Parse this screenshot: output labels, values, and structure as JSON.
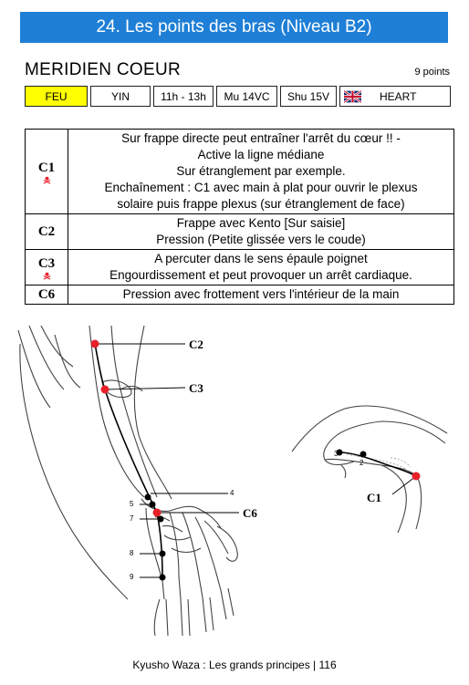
{
  "header": {
    "title": "24. Les points des bras (Niveau B2)"
  },
  "meridian": {
    "name": "MERIDIEN  COEUR",
    "points_count": "9 points",
    "tags": {
      "element": "FEU",
      "polarity": "YIN",
      "time": "11h - 13h",
      "mu": "Mu 14VC",
      "shu": "Shu 15V",
      "name_en": "HEART"
    },
    "element_color": "#ffff00"
  },
  "table": {
    "rows": [
      {
        "code": "C1",
        "lines": [
          "Sur frappe directe peut entraîner l'arrêt du cœur !! -",
          "Active la ligne médiane",
          "Sur étranglement par exemple.",
          "Enchaînement : C1 avec main à plat pour ouvrir le plexus",
          "solaire puis frappe plexus (sur étranglement de face)"
        ]
      },
      {
        "code": "C2",
        "lines": [
          "Frappe avec Kento [Sur saisie]",
          "Pression (Petite glissée vers le coude)"
        ]
      },
      {
        "code": "C3",
        "lines": [
          "A percuter dans le sens épaule poignet",
          "Engourdissement et peut provoquer un arrêt cardiaque."
        ]
      },
      {
        "code": "C6",
        "lines": [
          "Pression avec frottement vers l'intérieur de la main"
        ]
      }
    ]
  },
  "figure_arm": {
    "labels": {
      "c2": "C2",
      "c3": "C3",
      "c6": "C6"
    },
    "numbers": {
      "n4": "4",
      "n5": "5",
      "n7": "7",
      "n8": "8",
      "n9": "9"
    }
  },
  "figure_elbow": {
    "labels": {
      "c1": "C1"
    },
    "numbers": {
      "n3": "3",
      "n2": "2"
    }
  },
  "colors": {
    "title_bg": "#1f7fd6",
    "point_red": "#e8202a"
  },
  "footer": {
    "text": "Kyusho Waza : Les grands principes | 116"
  }
}
